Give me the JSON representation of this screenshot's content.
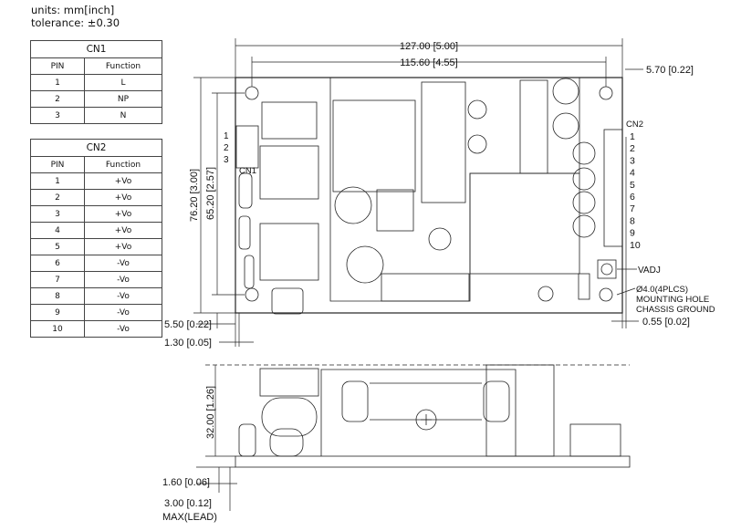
{
  "header": {
    "units": "units: mm[inch]",
    "tolerance": "tolerance: ±0.30"
  },
  "cn1_table": {
    "title": "CN1",
    "col_pin": "PIN",
    "col_function": "Function",
    "rows": [
      {
        "pin": "1",
        "function": "L"
      },
      {
        "pin": "2",
        "function": "NP"
      },
      {
        "pin": "3",
        "function": "N"
      }
    ]
  },
  "cn2_table": {
    "title": "CN2",
    "col_pin": "PIN",
    "col_function": "Function",
    "rows": [
      {
        "pin": "1",
        "function": "+Vo"
      },
      {
        "pin": "2",
        "function": "+Vo"
      },
      {
        "pin": "3",
        "function": "+Vo"
      },
      {
        "pin": "4",
        "function": "+Vo"
      },
      {
        "pin": "5",
        "function": "+Vo"
      },
      {
        "pin": "6",
        "function": "-Vo"
      },
      {
        "pin": "7",
        "function": "-Vo"
      },
      {
        "pin": "8",
        "function": "-Vo"
      },
      {
        "pin": "9",
        "function": "-Vo"
      },
      {
        "pin": "10",
        "function": "-Vo"
      }
    ]
  },
  "top_view": {
    "dim_overall_width": "127.00 [5.00]",
    "dim_hole_spacing_x": "115.60 [4.55]",
    "dim_right_offset": "5.70 [0.22]",
    "dim_overall_height": "76.20 [3.00]",
    "dim_hole_spacing_y": "65.20 [2.57]",
    "dim_bottom_offset": "5.50 [0.22]",
    "dim_left_offset": "1.30 [0.05]",
    "dim_right_edge": "0.55 [0.02]",
    "cn1_label": "CN1",
    "cn1_pins": [
      "1",
      "2",
      "3"
    ],
    "cn2_label": "CN2",
    "cn2_pins": [
      "1",
      "2",
      "3",
      "4",
      "5",
      "6",
      "7",
      "8",
      "9",
      "10"
    ],
    "vadj_label": "VADJ",
    "hole_note": [
      "Ø4.0(4PLCS)",
      "MOUNTING HOLE",
      "CHASSIS GROUND"
    ]
  },
  "side_view": {
    "dim_height": "32.00 [1.26]",
    "dim_pcb": "1.60 [0.06]",
    "dim_lead": "3.00 [0.12]",
    "dim_lead_note": "MAX(LEAD)"
  }
}
